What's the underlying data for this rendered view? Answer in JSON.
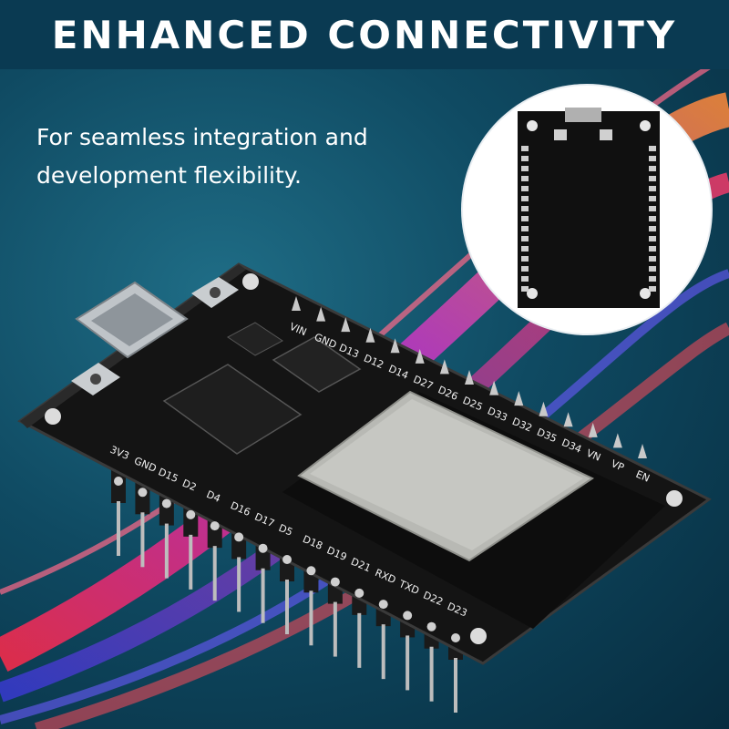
{
  "header": {
    "title": "ENHANCED CONNECTIVITY"
  },
  "content": {
    "subtitle": "For seamless integration and development flexibility."
  },
  "board": {
    "top_pin_labels": [
      "VIN",
      "GND",
      "D13",
      "D12",
      "D14",
      "D27",
      "D26",
      "D25",
      "D33",
      "D32",
      "D35",
      "D34",
      "VN",
      "VP",
      "EN"
    ],
    "bottom_pin_labels": [
      "3V3",
      "GND",
      "D15",
      "D2",
      "D4",
      "D16",
      "D17",
      "D5",
      "D18",
      "D19",
      "D21",
      "RXD",
      "TXD",
      "D22",
      "D23"
    ]
  },
  "colors": {
    "title_bar": "#0a3a52",
    "background": "#0f4a62",
    "accent_red": "#e0344b",
    "accent_purple": "#8a3ad0"
  }
}
